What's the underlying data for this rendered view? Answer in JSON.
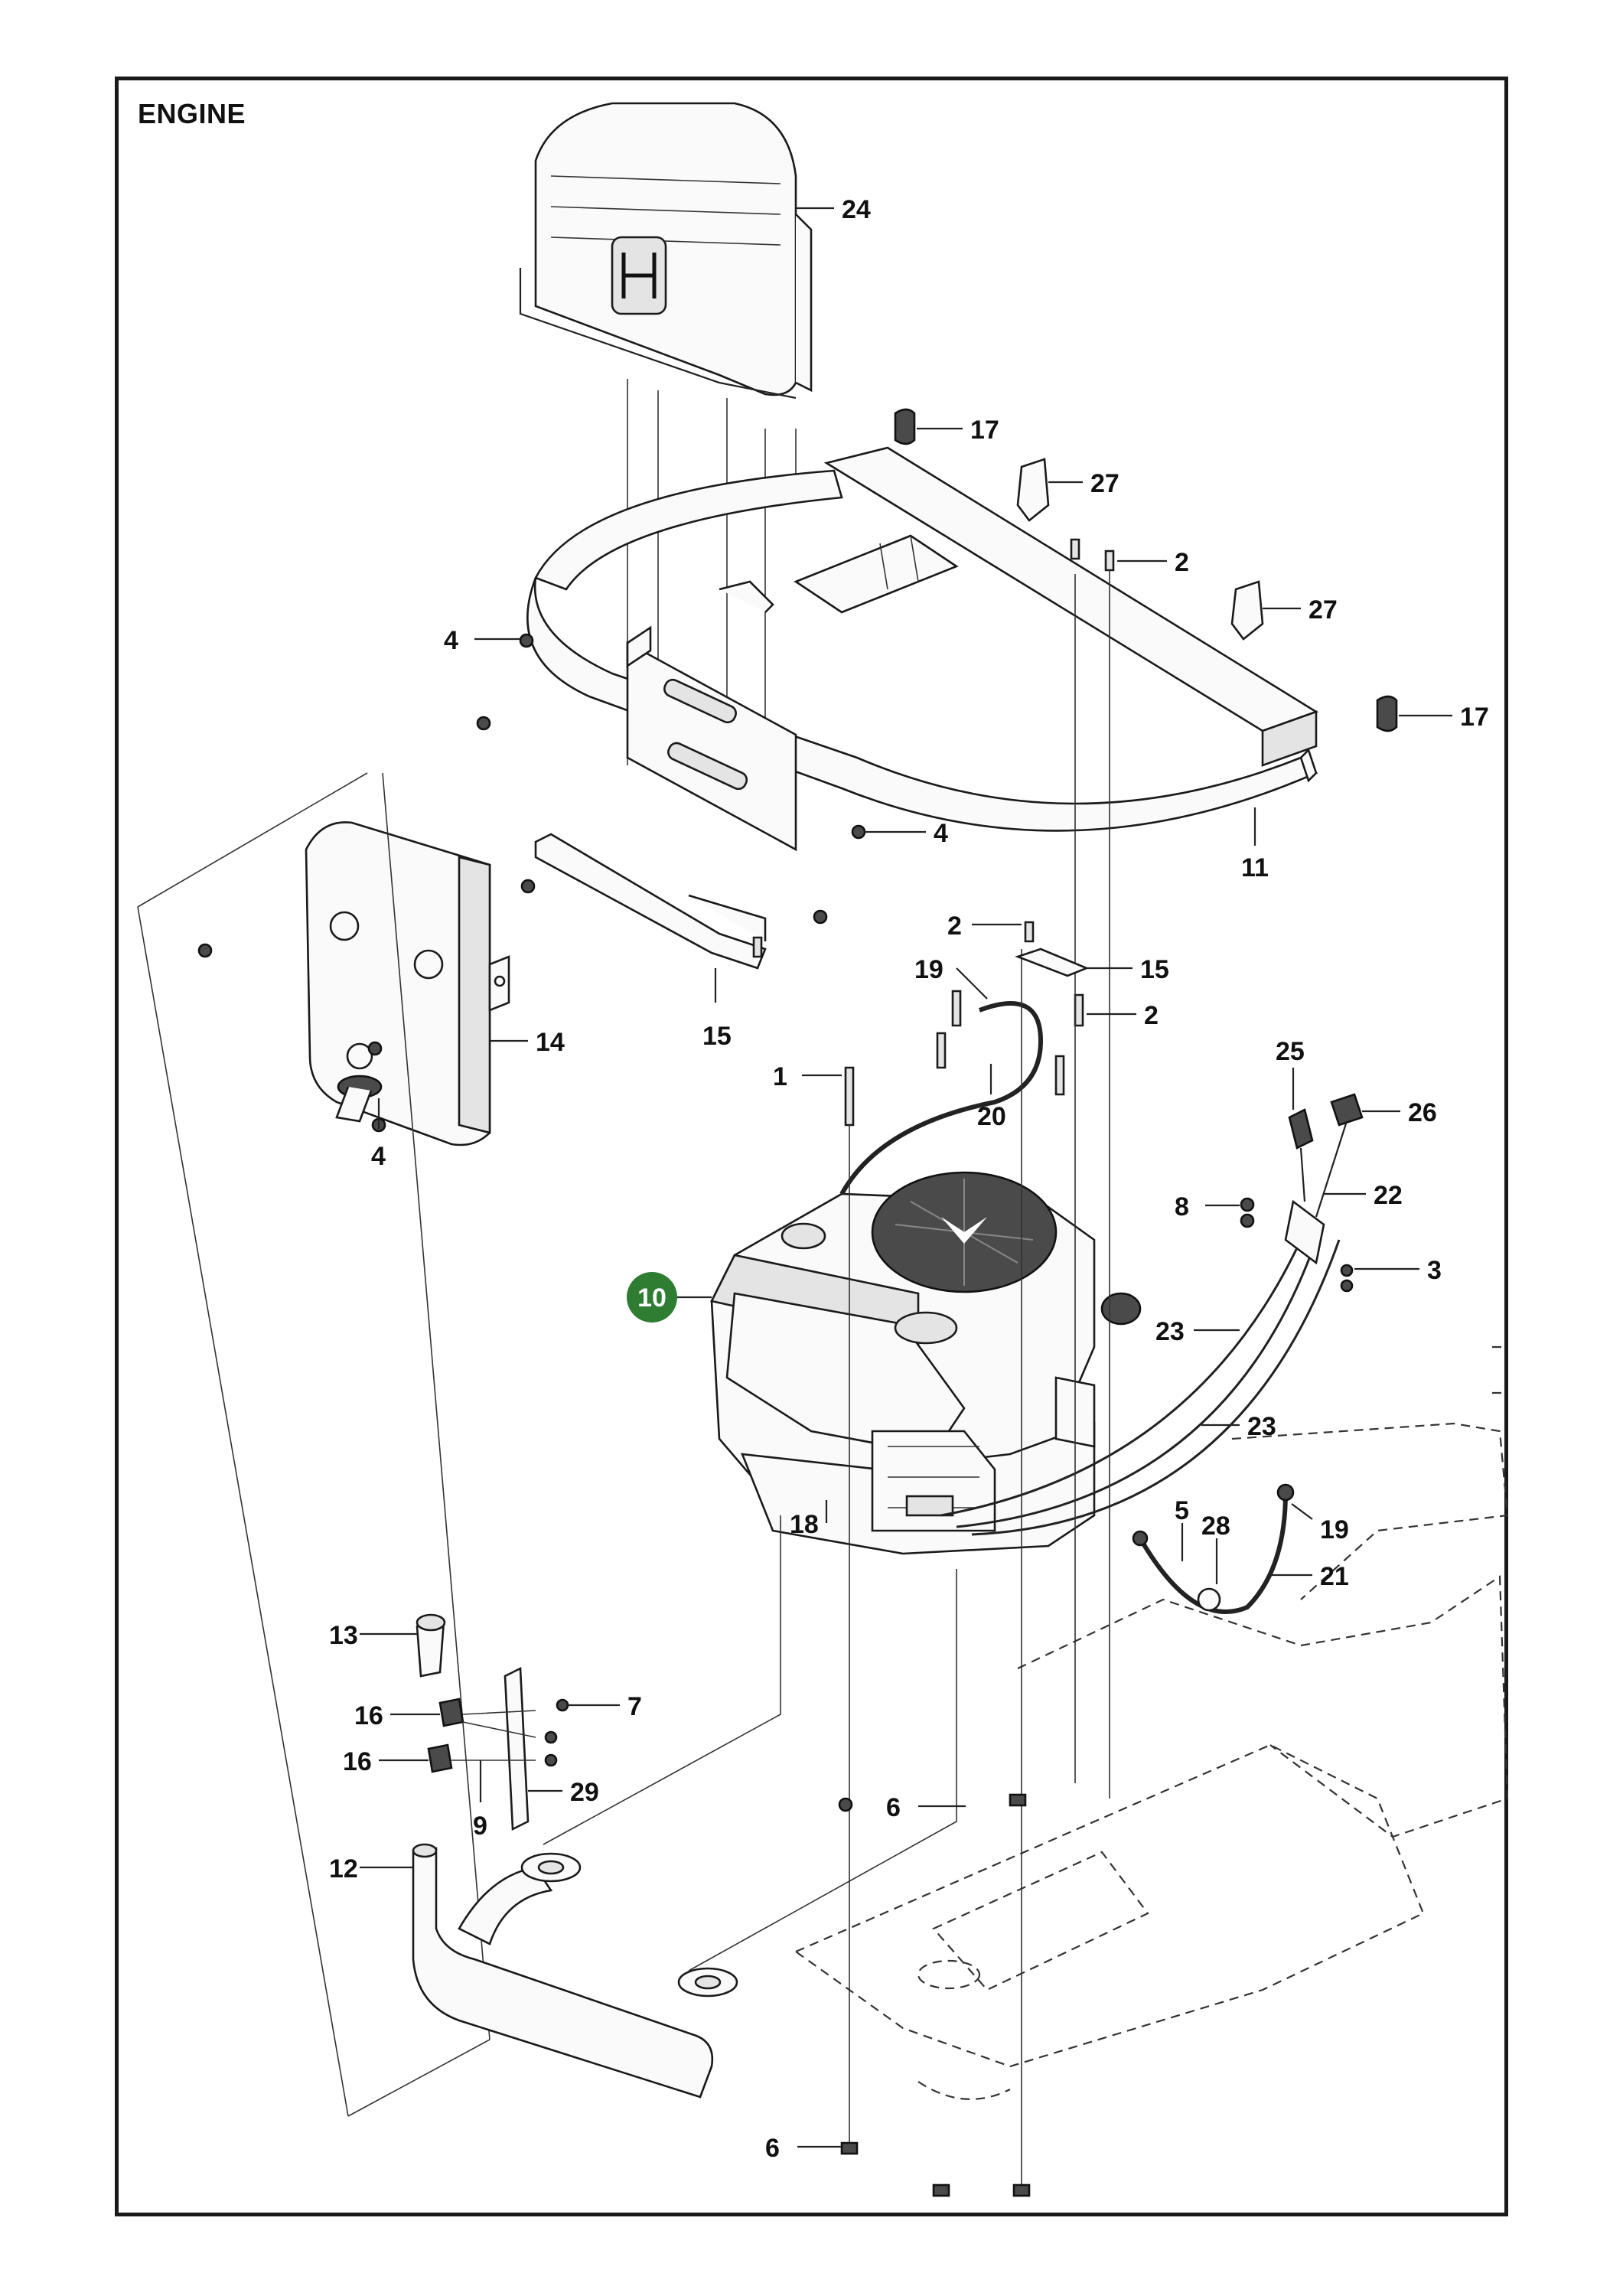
{
  "title": "ENGINE",
  "highlight_label": "10",
  "callouts": {
    "c1": "1",
    "c2a": "2",
    "c2b": "2",
    "c2c": "2",
    "c3": "3",
    "c4a": "4",
    "c4b": "4",
    "c4c": "4",
    "c5": "5",
    "c6a": "6",
    "c6b": "6",
    "c7": "7",
    "c8": "8",
    "c9": "9",
    "c11": "11",
    "c12": "12",
    "c13": "13",
    "c14": "14",
    "c15a": "15",
    "c15b": "15",
    "c16a": "16",
    "c16b": "16",
    "c17a": "17",
    "c17b": "17",
    "c18": "18",
    "c19a": "19",
    "c19b": "19",
    "c20": "20",
    "c21": "21",
    "c22": "22",
    "c23a": "23",
    "c23b": "23",
    "c24": "24",
    "c25": "25",
    "c26": "26",
    "c27a": "27",
    "c27b": "27",
    "c28": "28",
    "c29": "29"
  },
  "colors": {
    "highlight": "#2e7d32",
    "line": "#222222",
    "frame": "#1a1a1a"
  }
}
